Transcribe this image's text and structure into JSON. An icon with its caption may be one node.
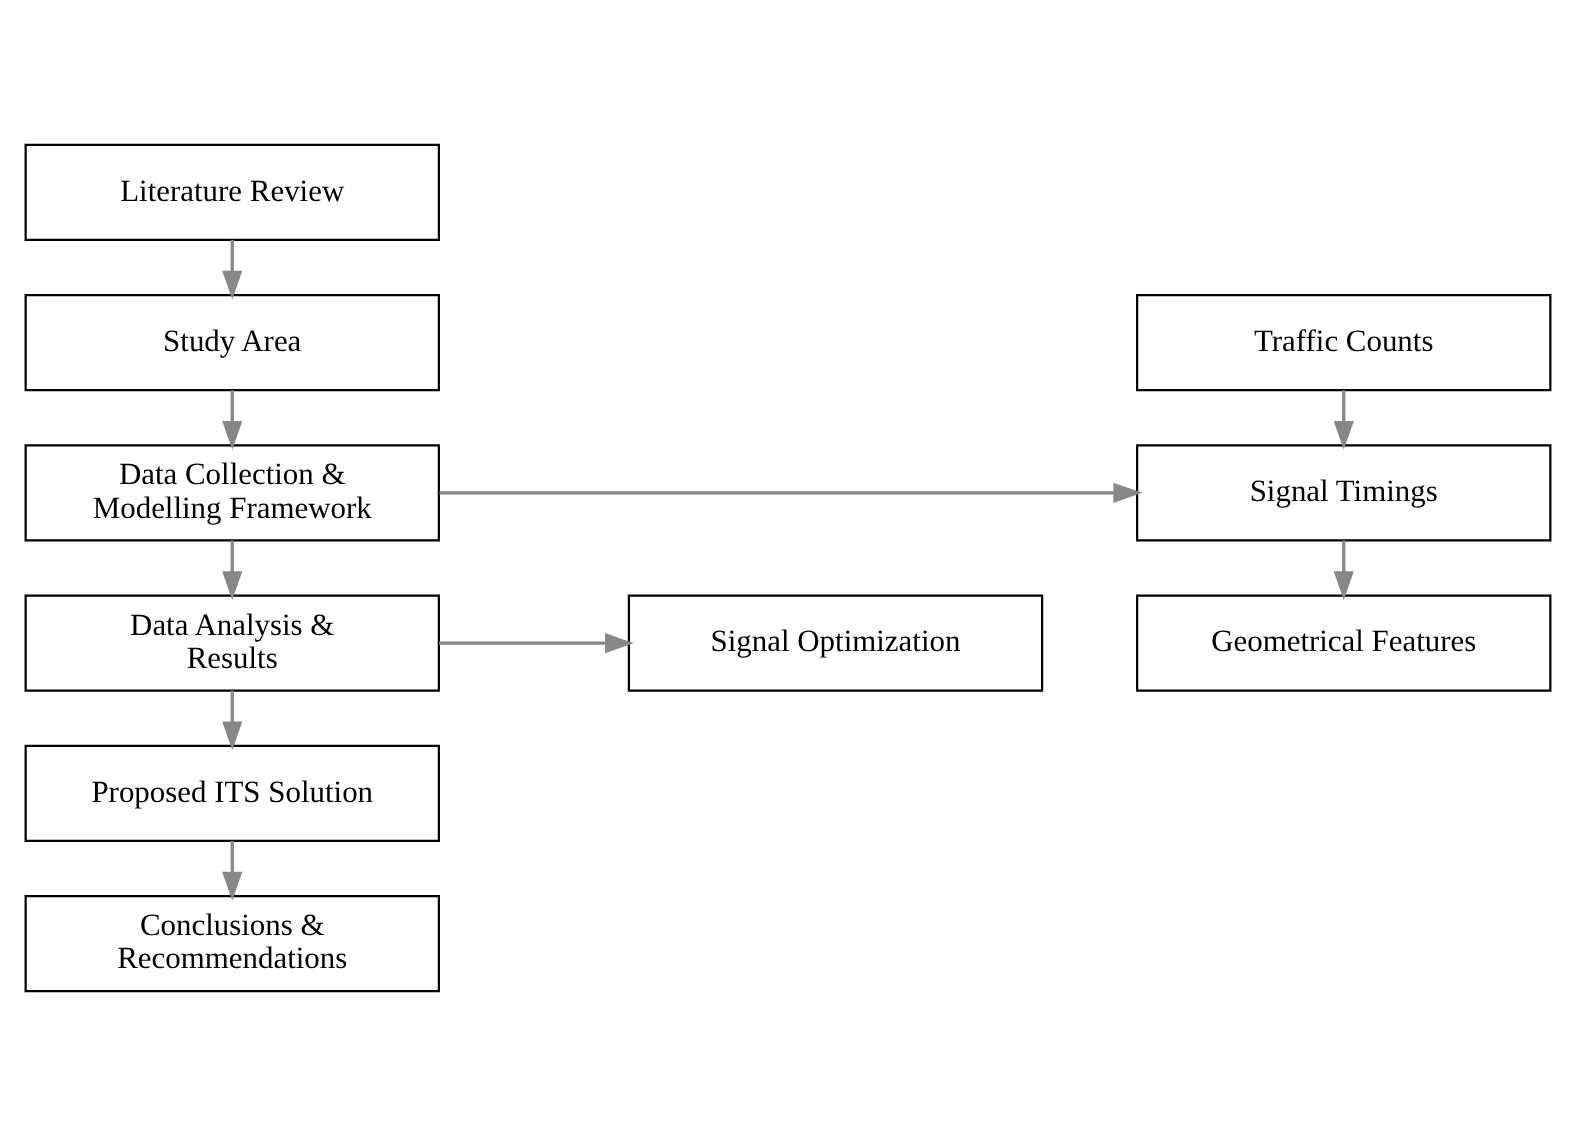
{
  "diagram": {
    "nodes": [
      {
        "text": [
          "Literature Review"
        ]
      },
      {
        "text": [
          "Study Area"
        ]
      },
      {
        "text": [
          "Data Collection & Modelling Framework"
        ]
      },
      {
        "text": [
          "Traffic Counts"
        ]
      },
      {
        "text": [
          "Signal Timings"
        ]
      },
      {
        "text": [
          "Geometrical Features"
        ]
      },
      {
        "text": [
          "Data Analysis & Results"
        ]
      },
      {
        "text": [
          "Signal Optimization"
        ]
      },
      {
        "text": [
          "Proposed ITS Solution"
        ]
      },
      {
        "text": [
          "Conclusions & Recommendations"
        ]
      }
    ],
    "edges": [
      {
        "from": 0,
        "to": 1,
        "arrow": "to"
      },
      {
        "from": 1,
        "to": 2,
        "arrow": "to"
      },
      {
        "from": 2,
        "to": 4,
        "arrow": "to"
      },
      {
        "from": 3,
        "to": 4,
        "arrow": "to"
      },
      {
        "from": 4,
        "to": 5,
        "arrow": "to"
      },
      {
        "from": 2,
        "to": 6,
        "arrow": "to"
      },
      {
        "from": 6,
        "to": 7,
        "arrow": "to"
      },
      {
        "from": 6,
        "to": 8,
        "arrow": "to"
      },
      {
        "from": 8,
        "to": 9,
        "arrow": "to"
      }
    ]
  }
}
